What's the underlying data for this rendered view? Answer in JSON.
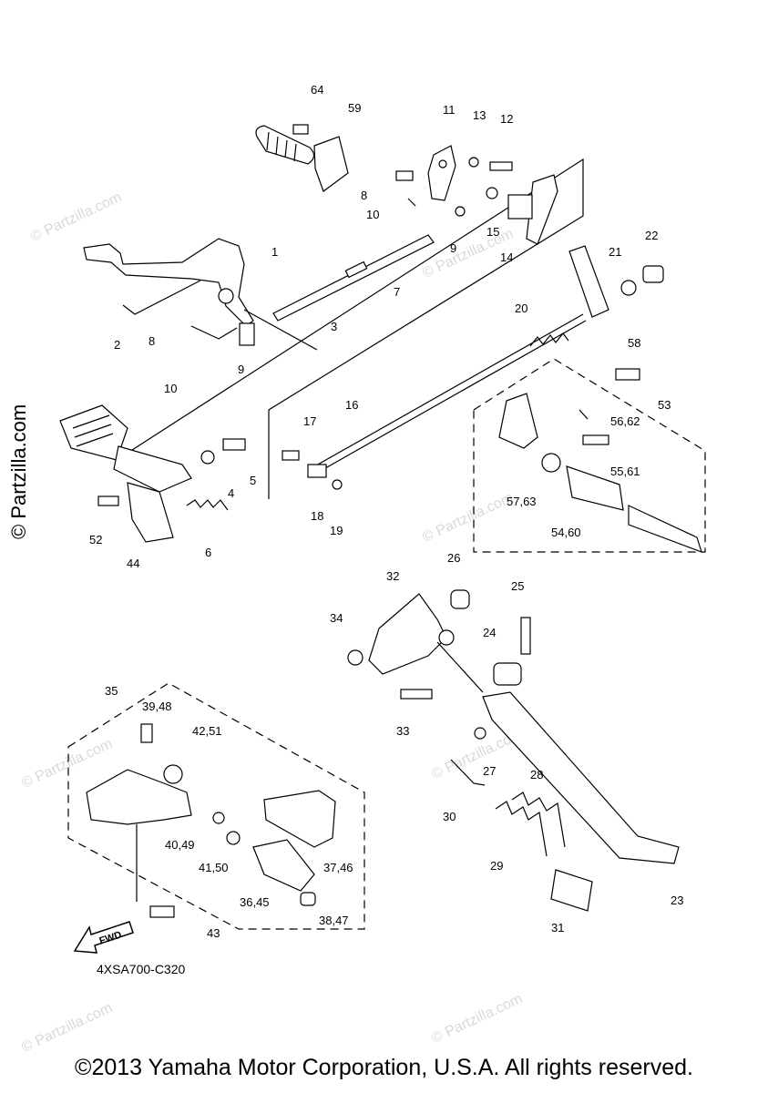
{
  "callouts": {
    "c1": "1",
    "c2": "2",
    "c3": "3",
    "c4": "4",
    "c5": "5",
    "c6": "6",
    "c7": "7",
    "c8a": "8",
    "c8b": "8",
    "c9a": "9",
    "c9b": "9",
    "c10a": "10",
    "c10b": "10",
    "c11": "11",
    "c12": "12",
    "c13": "13",
    "c14": "14",
    "c15": "15",
    "c16": "16",
    "c17": "17",
    "c18": "18",
    "c19": "19",
    "c20": "20",
    "c21": "21",
    "c22": "22",
    "c23": "23",
    "c24": "24",
    "c25": "25",
    "c26": "26",
    "c27": "27",
    "c28": "28",
    "c29": "29",
    "c30": "30",
    "c31": "31",
    "c32": "32",
    "c33": "33",
    "c34": "34",
    "c35": "35",
    "c36_45": "36,45",
    "c37_46": "37,46",
    "c38_47": "38,47",
    "c39_48": "39,48",
    "c40_49": "40,49",
    "c41_50": "41,50",
    "c42_51": "42,51",
    "c43": "43",
    "c44": "44",
    "c52": "52",
    "c53": "53",
    "c54_60": "54,60",
    "c55_61": "55,61",
    "c56_62": "56,62",
    "c57_63": "57,63",
    "c58": "58",
    "c59": "59",
    "c64": "64"
  },
  "diagram_code": "4XSA700-C320",
  "side_watermark": "© Partzilla.com",
  "watermark": "© Partzilla.com",
  "fwd_label": "FWD",
  "copyright": "©2013 Yamaha Motor Corporation, U.S.A. All rights reserved."
}
